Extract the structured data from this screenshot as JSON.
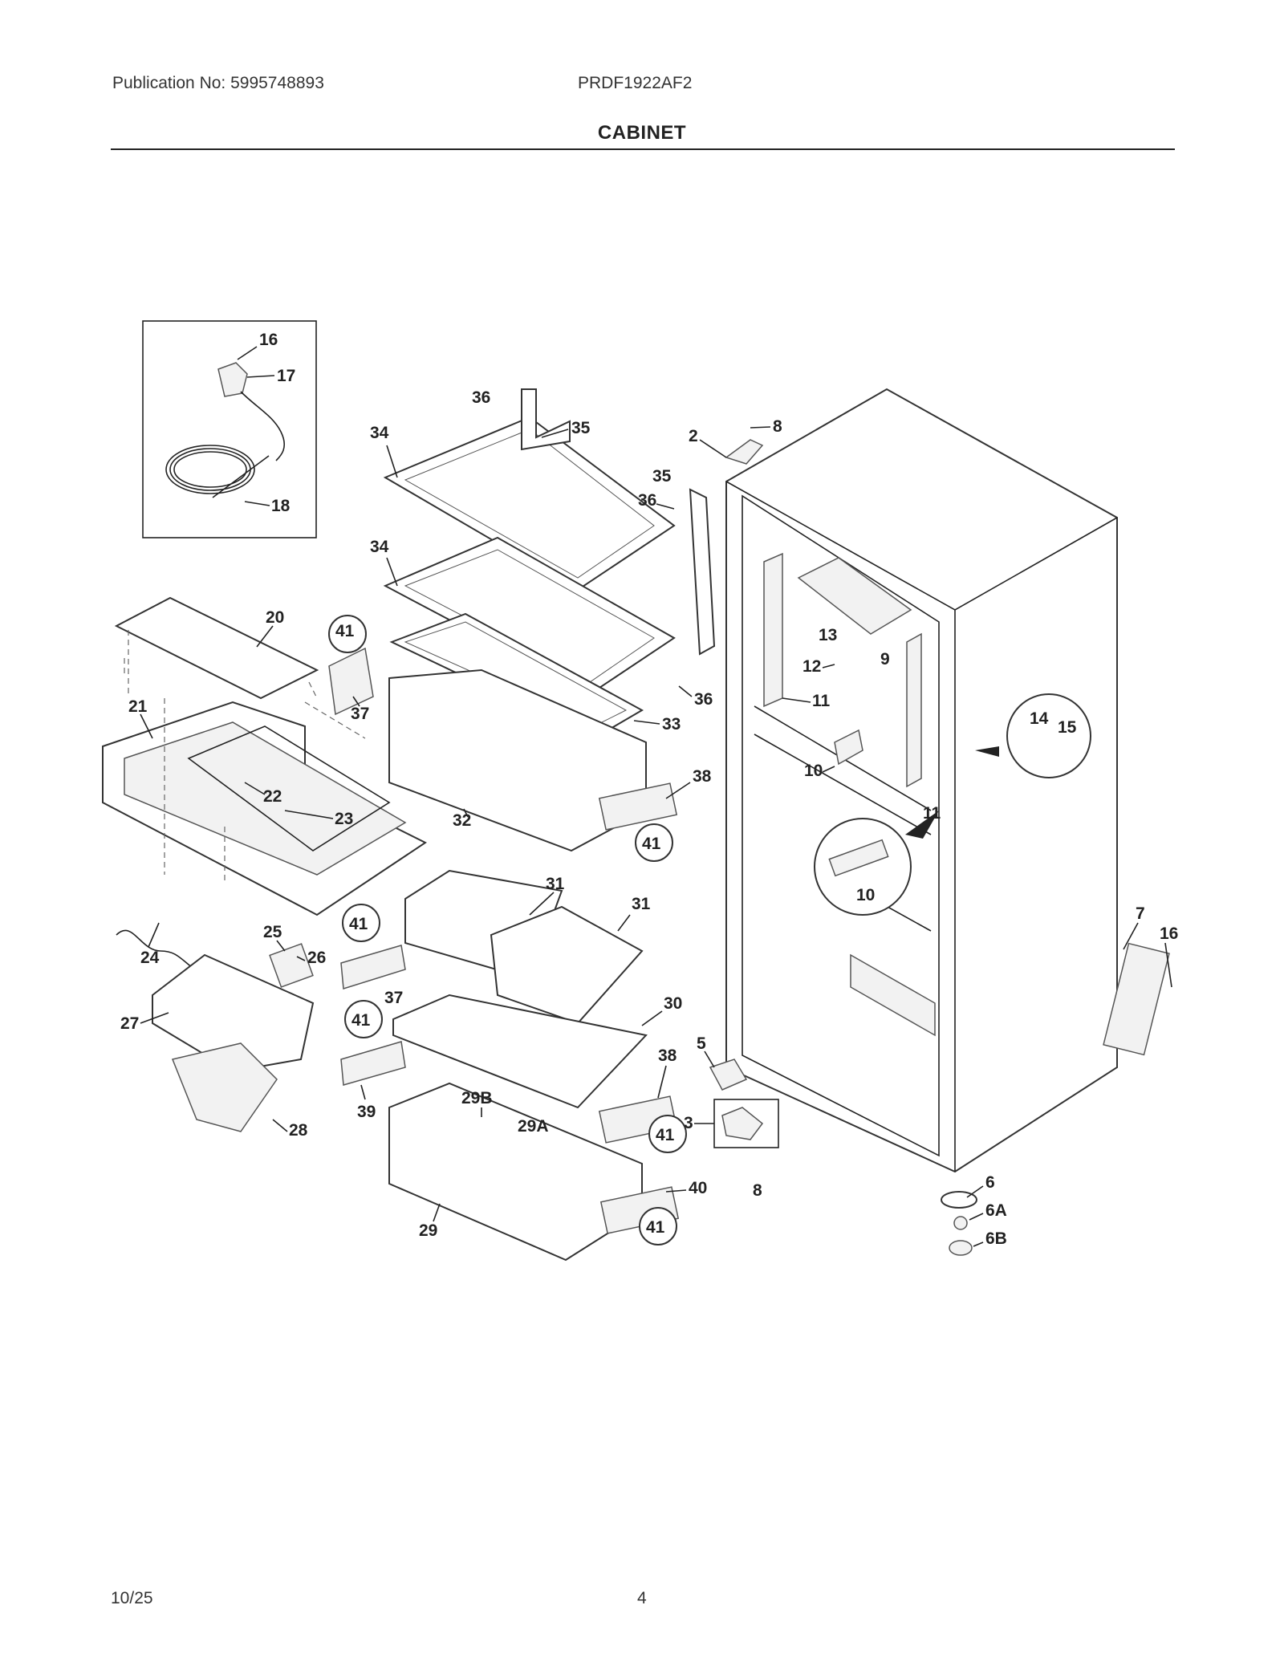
{
  "header": {
    "publication": "Publication No: 5995748893",
    "model": "PRDF1922AF2",
    "title": "CABINET"
  },
  "footer": {
    "date": "10/25",
    "page": "4"
  },
  "callouts": [
    "2",
    "3",
    "5",
    "6",
    "6A",
    "6B",
    "7",
    "8",
    "9",
    "10",
    "11",
    "12",
    "13",
    "14",
    "15",
    "16",
    "17",
    "18",
    "20",
    "21",
    "22",
    "23",
    "24",
    "25",
    "26",
    "27",
    "28",
    "29",
    "29A",
    "29B",
    "30",
    "31",
    "32",
    "33",
    "34",
    "35",
    "36",
    "37",
    "38",
    "39",
    "40",
    "41"
  ]
}
